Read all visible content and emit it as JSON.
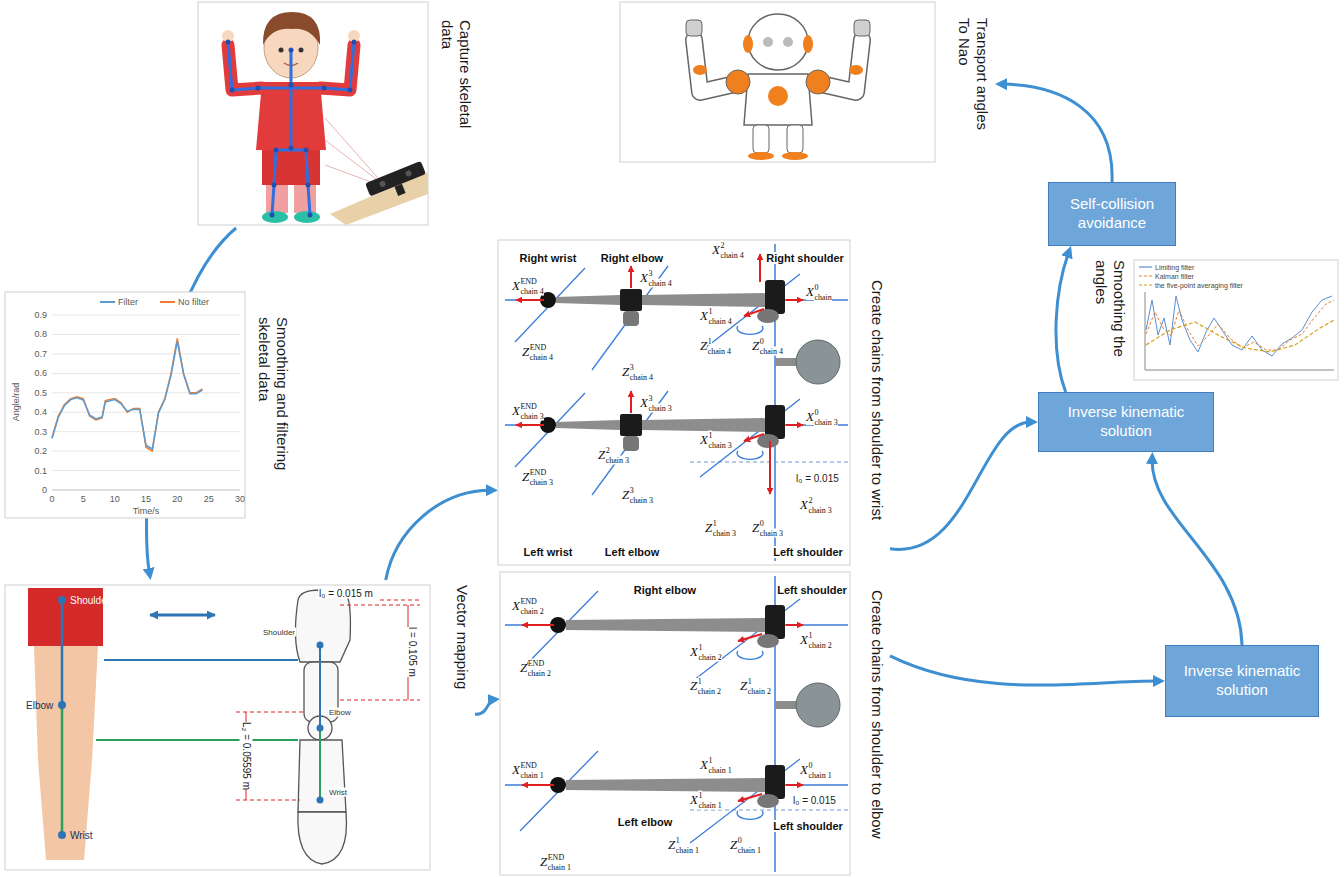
{
  "diagram": {
    "nodes": [
      {
        "text": [
          "Capture skeletal data"
        ]
      },
      {
        "text": [
          "Transport angles To Nao"
        ]
      },
      {
        "text": [
          "Smoothing and filtering skeletal data"
        ]
      },
      {
        "text": [
          "Create chains from shoulder to wrist"
        ]
      },
      {
        "text": [
          "Smoothing the angles"
        ]
      },
      {
        "text": [
          "Self-collision avoidance"
        ]
      },
      {
        "text": [
          "Inverse kinematic solution"
        ]
      },
      {
        "text": [
          "Vector mapping"
        ]
      },
      {
        "text": [
          "Create chains from shoulder to elbow"
        ]
      },
      {
        "text": [
          "Inverse kinematic solution"
        ]
      }
    ],
    "edges": [
      {
        "from": 0,
        "to": 7,
        "arrow": "to"
      },
      {
        "from": 7,
        "to": 3,
        "arrow": "to"
      },
      {
        "from": 7,
        "to": 8,
        "arrow": "to"
      },
      {
        "from": 3,
        "to": 6,
        "arrow": "to"
      },
      {
        "from": 8,
        "to": 9,
        "arrow": "to"
      },
      {
        "from": 9,
        "to": 6,
        "arrow": "to"
      },
      {
        "from": 6,
        "to": 5,
        "arrow": "to"
      },
      {
        "from": 5,
        "to": 1,
        "arrow": "to"
      }
    ],
    "labels": [
      "Angle/rad",
      "0",
      "0.1",
      "0.2",
      "0.3",
      "0.4",
      "0.5",
      "0.6",
      "0.7",
      "0.8",
      "0.9",
      "0",
      "5",
      "10",
      "15",
      "20",
      "25",
      "30",
      "Time/s",
      "Shoulder",
      "Elbow",
      "Wrist",
      "Shoulder",
      "Elbow",
      "Wrist",
      "l₀ = 0.015 m",
      "l = 0.105 m",
      "L₂ = 0.05595 m",
      "Right wrist",
      "Right elbow",
      "Right shoulder",
      "Left wrist",
      "Left elbow",
      "Left shoulder",
      "l₀ = 0.015",
      "Right elbow",
      "Left shoulder",
      "Left elbow",
      "Left shoulder",
      "l₀ = 0.015",
      "X",
      "END",
      "chain 4",
      "Z",
      "END",
      "chain 4",
      "X",
      "3",
      "chain 4",
      "Z",
      "3",
      "chain 4",
      "X",
      "2",
      "chain 4",
      "X",
      "1",
      "chain 4",
      "Z",
      "1",
      "chain 4",
      "Z",
      "0",
      "chain 4",
      "X",
      "0",
      "chain",
      "X",
      "END",
      "chain 3",
      "Z",
      "END",
      "chain 3",
      "X",
      "3",
      "chain 3",
      "Z",
      "2",
      "chain 3",
      "Z",
      "3",
      "chain 3",
      "X",
      "1",
      "chain 3",
      "X",
      "0",
      "chain 3",
      "Z",
      "1",
      "chain 3",
      "Z",
      "0",
      "chain 3",
      "X",
      "2",
      "chain 3",
      "X",
      "END",
      "chain 2",
      "Z",
      "END",
      "chain 2",
      "X",
      "1",
      "chain 2",
      "X",
      "1",
      "chain 2",
      "Z",
      "1",
      "chain 2",
      "Z",
      "1",
      "chain 2",
      "X",
      "END",
      "chain 1",
      "X",
      "1",
      "chain 1",
      "X",
      "0",
      "chain 1",
      "X",
      "1",
      "chain 1",
      "Z",
      "1",
      "chain 1",
      "Z",
      "0",
      "chain 1",
      "Z",
      "END",
      "chain 1"
    ],
    "legend": [
      {
        "text": "Filter"
      },
      {
        "text": "No filter"
      },
      {
        "text": "Limiting filter"
      },
      {
        "text": "Kalman filter"
      },
      {
        "text": "the five-point averaging filter"
      }
    ]
  }
}
